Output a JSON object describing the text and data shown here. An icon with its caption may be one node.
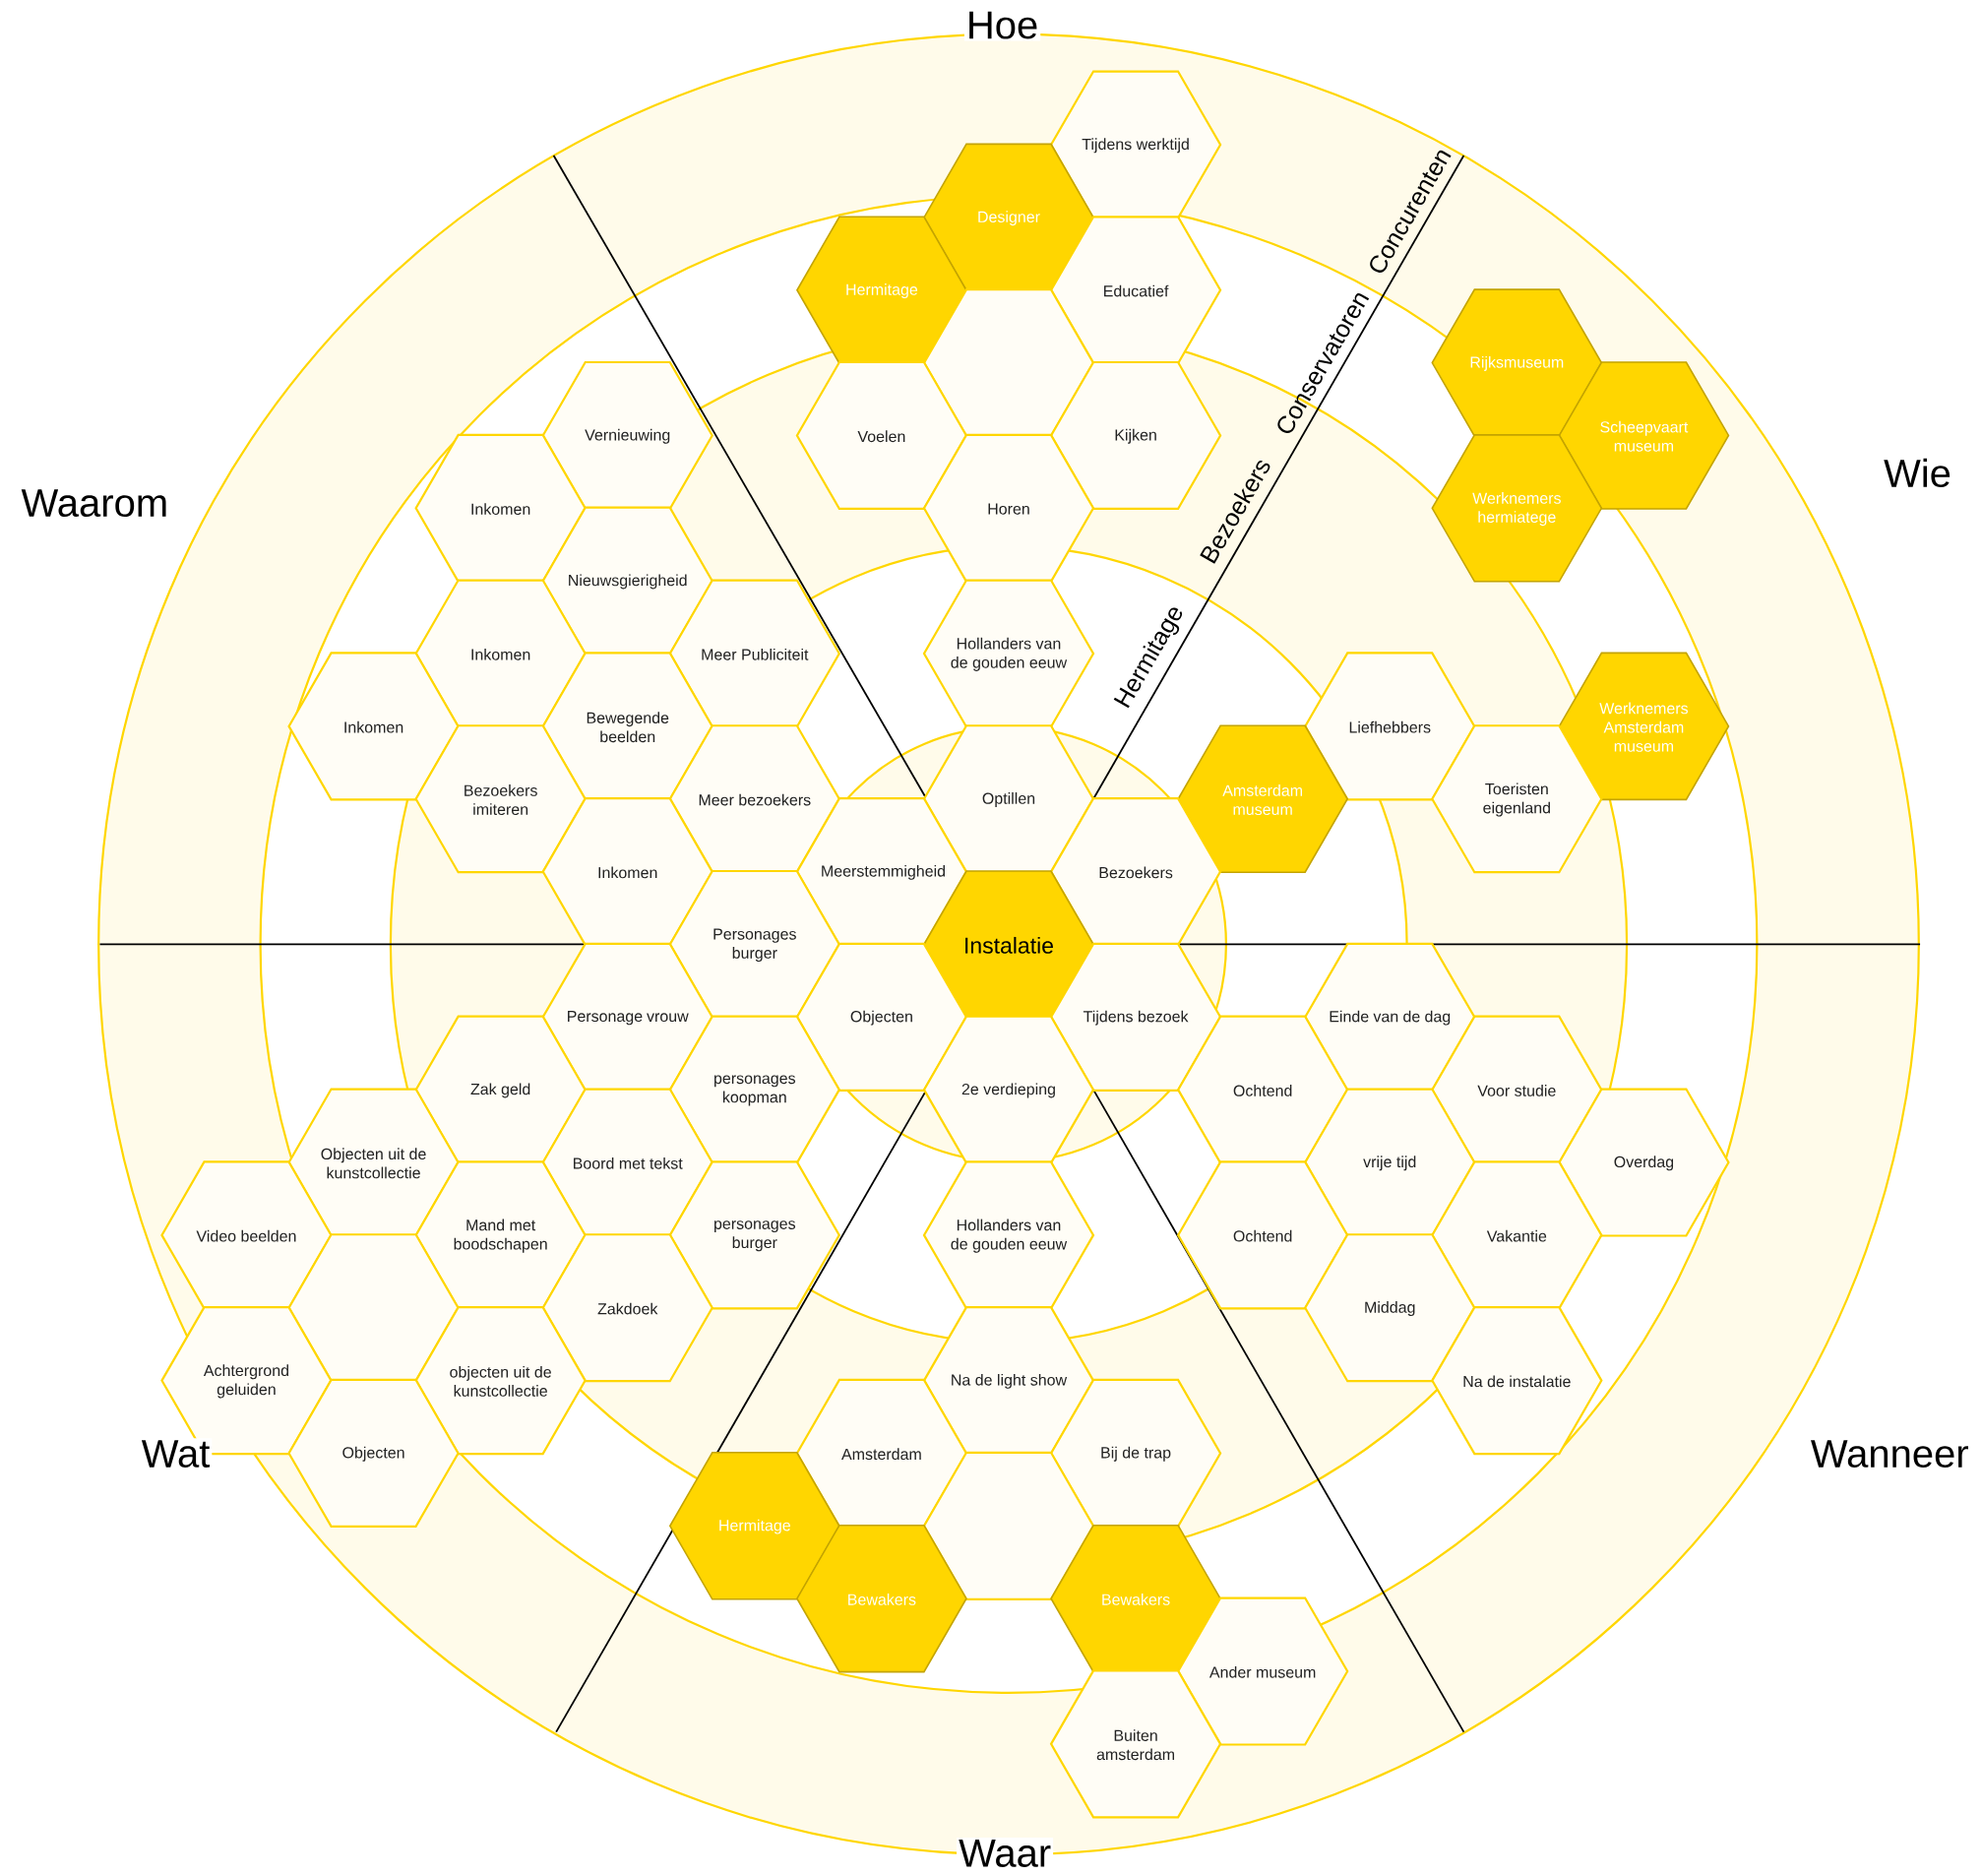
{
  "diagram": {
    "nodes": [
      {
        "text": [
          "Tijdens werktijd"
        ]
      },
      {
        "text": [
          "Designer"
        ]
      },
      {
        "text": [
          "Hermitage"
        ]
      },
      {
        "text": [
          "Educatief"
        ]
      },
      {
        "text": [],
        "shape": "hexagon"
      },
      {
        "text": [
          "Rijksmuseum"
        ]
      },
      {
        "text": [
          "Vernieuwing"
        ]
      },
      {
        "text": [
          "Voelen"
        ]
      },
      {
        "text": [
          "Kijken"
        ]
      },
      {
        "text": [
          "Scheepvaart museum"
        ]
      },
      {
        "text": [
          "Inkomen"
        ]
      },
      {
        "text": [
          "Horen"
        ]
      },
      {
        "text": [
          "Werknemers hermiatege"
        ]
      },
      {
        "text": [
          "Nieuwsgierigheid"
        ]
      },
      {
        "text": [
          "Inkomen"
        ]
      },
      {
        "text": [
          "Meer Publiciteit"
        ]
      },
      {
        "text": [
          "Hollanders van de gouden eeuw"
        ]
      },
      {
        "text": [
          "Inkomen"
        ]
      },
      {
        "text": [
          "Bewegende beelden"
        ]
      },
      {
        "text": [
          "Liefhebbers"
        ]
      },
      {
        "text": [
          "Werknemers Amsterdam museum"
        ]
      },
      {
        "text": [
          "Bezoekers imiteren"
        ]
      },
      {
        "text": [
          "Meer bezoekers"
        ]
      },
      {
        "text": [
          "Optillen"
        ]
      },
      {
        "text": [
          "Amsterdam museum"
        ]
      },
      {
        "text": [
          "Toeristen eigenland"
        ]
      },
      {
        "text": [
          "Inkomen"
        ]
      },
      {
        "text": [
          "Meerstemmigheid"
        ]
      },
      {
        "text": [
          "Bezoekers"
        ]
      },
      {
        "text": [
          "Personages burger"
        ]
      },
      {
        "text": [
          "Instalatie"
        ]
      },
      {
        "text": [
          "Personage vrouw"
        ]
      },
      {
        "text": [
          "Objecten"
        ]
      },
      {
        "text": [
          "Tijdens bezoek"
        ]
      },
      {
        "text": [
          "Einde van de dag"
        ]
      },
      {
        "text": [
          "Zak geld"
        ]
      },
      {
        "text": [
          "personages koopman"
        ]
      },
      {
        "text": [
          "2e verdieping"
        ]
      },
      {
        "text": [
          "Ochtend"
        ]
      },
      {
        "text": [
          "Voor studie"
        ]
      },
      {
        "text": [
          "Objecten uit de kunstcollectie"
        ]
      },
      {
        "text": [
          "Boord met tekst"
        ]
      },
      {
        "text": [
          "vrije tijd"
        ]
      },
      {
        "text": [
          "Overdag"
        ]
      },
      {
        "text": [
          "Video beelden"
        ]
      },
      {
        "text": [
          "Mand met boodschapen"
        ]
      },
      {
        "text": [
          "personages  burger"
        ]
      },
      {
        "text": [
          "Hollanders van de gouden eeuw"
        ]
      },
      {
        "text": [
          "Ochtend"
        ]
      },
      {
        "text": [
          "Vakantie"
        ]
      },
      {
        "text": [],
        "shape": "hexagon"
      },
      {
        "text": [
          "Zakdoek"
        ]
      },
      {
        "text": [
          "Middag"
        ]
      },
      {
        "text": [
          "Achtergrond geluiden"
        ]
      },
      {
        "text": [
          "objecten uit de kunstcollectie"
        ]
      },
      {
        "text": [
          "Na de light show"
        ]
      },
      {
        "text": [
          "Na de instalatie"
        ]
      },
      {
        "text": [
          "Objecten"
        ]
      },
      {
        "text": [
          "Amsterdam"
        ]
      },
      {
        "text": [
          "Bij de trap"
        ]
      },
      {
        "text": [
          "Hermitage"
        ]
      },
      {
        "text": [],
        "shape": "hexagon"
      },
      {
        "text": [
          "Bewakers"
        ]
      },
      {
        "text": [
          "Bewakers"
        ]
      },
      {
        "text": [
          "Ander museum"
        ]
      },
      {
        "text": [
          "Buiten amsterdam"
        ]
      }
    ],
    "labels": [
      "Hoe",
      "Concurenten",
      "Conservatoren",
      "Wie",
      "Waarom",
      "Bezoekers",
      "Hermitage",
      "Wat",
      "Wanneer",
      "Waar"
    ]
  }
}
